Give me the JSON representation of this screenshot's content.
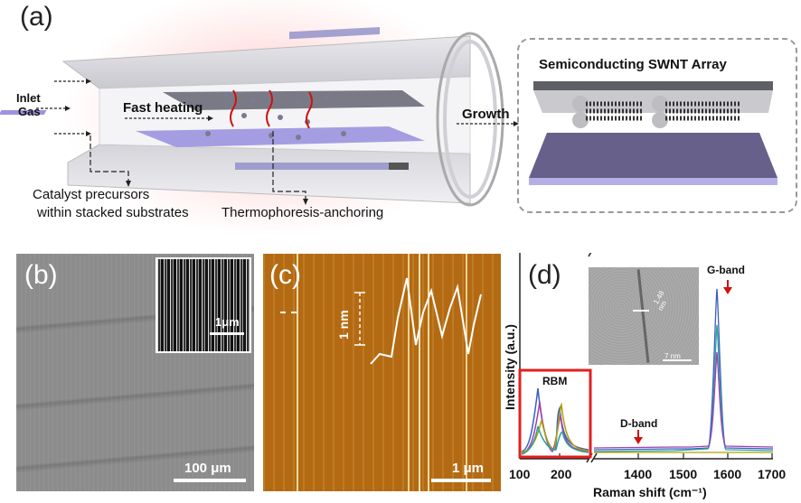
{
  "panel_a": {
    "label": "(a)",
    "inlet_gas": [
      "Inlet",
      "Gas"
    ],
    "fast_heating": "Fast heating",
    "growth": "Growth",
    "catalyst": [
      "Catalyst precursors",
      "within stacked substrates"
    ],
    "thermophoresis": "Thermophoresis-anchoring",
    "array_title": "Semiconducting SWNT Array"
  },
  "panel_b": {
    "label": "(b)",
    "inset_scale": "1μm",
    "scale": "100 μm"
  },
  "panel_c": {
    "label": "(c)",
    "height_label": "1 nm",
    "scale": "1 μm"
  },
  "panel_d": {
    "label": "(d)",
    "tem_width": [
      "1.48",
      "nm"
    ],
    "tem_scale": "7 nm",
    "rbm": "RBM",
    "d_band": "D-band",
    "g_band": "G-band",
    "ylabel": "Intensity  (a.u.)",
    "xlabel": "Raman shift  (cm⁻¹)",
    "xticks": [
      "100",
      "200",
      "1400",
      "1500",
      "1600",
      "1700"
    ],
    "accent_box": "#e02020",
    "arrow_color": "#d01010"
  },
  "chart_data": {
    "type": "line",
    "xlabel": "Raman shift  (cm⁻¹)",
    "ylabel": "Intensity  (a.u.)",
    "xticks": [
      100,
      200,
      1400,
      1500,
      1600,
      1700
    ],
    "annotations": [
      "RBM",
      "D-band",
      "G-band"
    ],
    "peaks": [
      {
        "name": "RBM",
        "x": 150
      },
      {
        "name": "RBM",
        "x": 180
      },
      {
        "name": "D-band",
        "x": 1400
      },
      {
        "name": "G-band",
        "x": 1590
      }
    ]
  }
}
